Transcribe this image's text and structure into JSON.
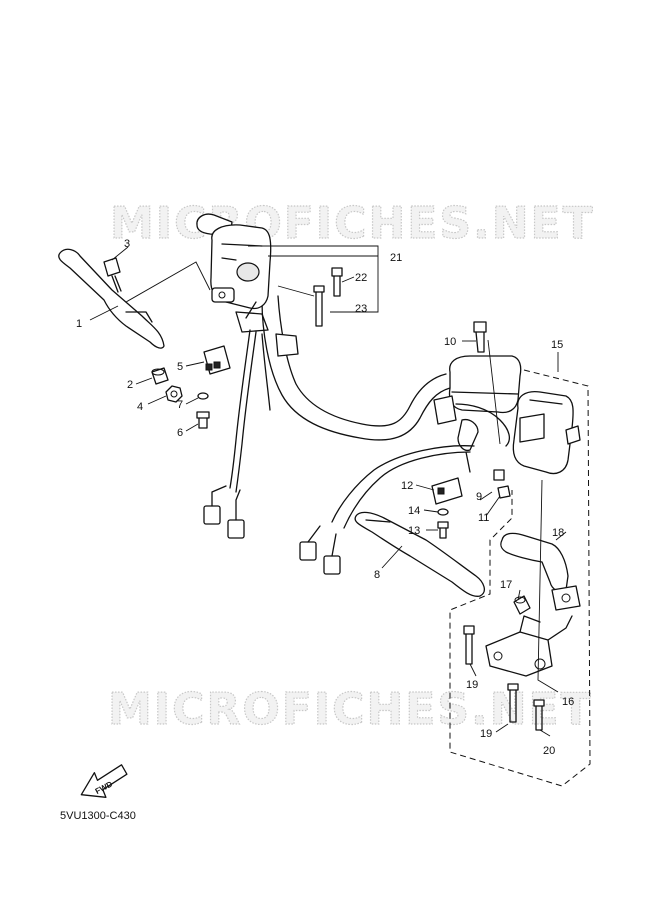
{
  "watermark": {
    "text": "MICROFICHES.NET"
  },
  "diagram_code": "5VU1300-C430",
  "fwd_label": "FWD",
  "callouts": {
    "c1": "1",
    "c2": "2",
    "c3": "3",
    "c4": "4",
    "c5": "5",
    "c6": "6",
    "c7": "7",
    "c8": "8",
    "c9": "9",
    "c10": "10",
    "c11": "11",
    "c12": "12",
    "c13": "13",
    "c14": "14",
    "c15": "15",
    "c16": "16",
    "c17": "17",
    "c18": "18",
    "c19a": "19",
    "c19b": "19",
    "c20": "20",
    "c21": "21",
    "c22": "22",
    "c23": "23"
  }
}
